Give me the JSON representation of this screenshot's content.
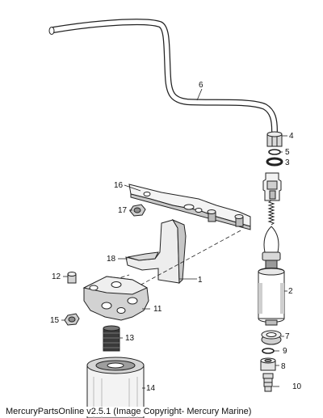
{
  "diagram": {
    "callouts": [
      "1",
      "2",
      "3",
      "4",
      "5",
      "6",
      "7",
      "8",
      "9",
      "10",
      "11",
      "12",
      "13",
      "14",
      "15",
      "16",
      "17",
      "18"
    ]
  },
  "footer": {
    "copyright": "MercuryPartsOnline v2.5.1 (Image Copyright- Mercury Marine)"
  },
  "colors": {
    "line": "#222222",
    "shade": "#bdbdbd",
    "dark": "#555555"
  }
}
